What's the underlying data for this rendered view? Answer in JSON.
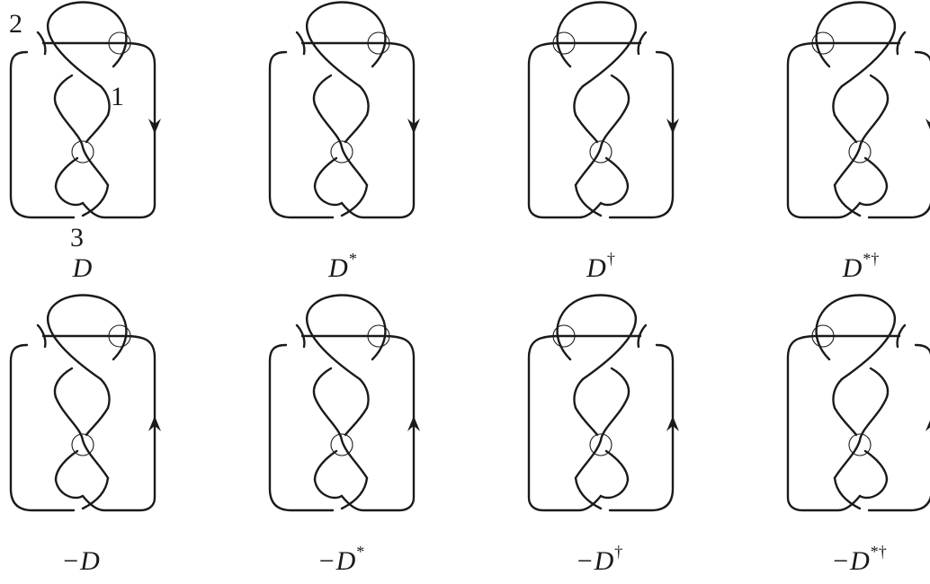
{
  "arc_labels": [
    "2",
    "1",
    "3"
  ],
  "diagrams": [
    {
      "label": {
        "minus": "",
        "base": "D",
        "sup": ""
      },
      "crossing_side": "right",
      "arrow_side": "right",
      "arrow_direction": "down"
    },
    {
      "label": {
        "minus": "",
        "base": "D",
        "sup": "*"
      },
      "crossing_side": "right",
      "arrow_side": "right",
      "arrow_direction": "down"
    },
    {
      "label": {
        "minus": "",
        "base": "D",
        "sup": "†"
      },
      "crossing_side": "left",
      "arrow_side": "left",
      "arrow_direction": "down"
    },
    {
      "label": {
        "minus": "",
        "base": "D",
        "sup": "*†"
      },
      "crossing_side": "left",
      "arrow_side": "left",
      "arrow_direction": "down"
    },
    {
      "label": {
        "minus": "−",
        "base": "D",
        "sup": ""
      },
      "crossing_side": "right",
      "arrow_side": "right",
      "arrow_direction": "up"
    },
    {
      "label": {
        "minus": "−",
        "base": "D",
        "sup": "*"
      },
      "crossing_side": "right",
      "arrow_side": "right",
      "arrow_direction": "up"
    },
    {
      "label": {
        "minus": "−",
        "base": "D",
        "sup": "†"
      },
      "crossing_side": "left",
      "arrow_side": "left",
      "arrow_direction": "up"
    },
    {
      "label": {
        "minus": "−",
        "base": "D",
        "sup": "*†"
      },
      "crossing_side": "left",
      "arrow_side": "left",
      "arrow_direction": "up"
    }
  ]
}
